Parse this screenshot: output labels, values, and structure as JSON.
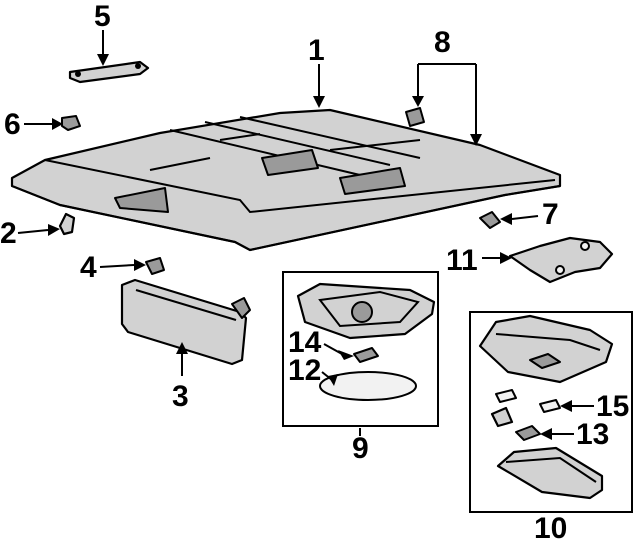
{
  "callouts": {
    "c1": "1",
    "c2": "2",
    "c3": "3",
    "c4": "4",
    "c5": "5",
    "c6": "6",
    "c7": "7",
    "c8": "8",
    "c9": "9",
    "c10": "10",
    "c11": "11",
    "c12": "12",
    "c13": "13",
    "c14": "14",
    "c15": "15"
  },
  "colors": {
    "line": "#000000",
    "part_fill": "#d2d2d2",
    "part_shade": "#9a9a9a",
    "background": "#ffffff"
  }
}
